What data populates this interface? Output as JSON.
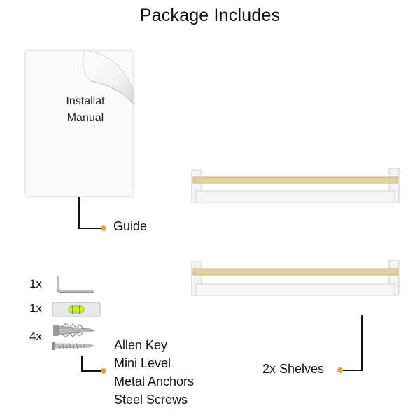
{
  "header": {
    "title": "Package Includes"
  },
  "manual": {
    "line1": "Installat",
    "line2": "Manual"
  },
  "labels": {
    "guide": "Guide",
    "shelves": "2x Shelves"
  },
  "hardware": {
    "quantities": [
      "1x",
      "1x",
      "4x"
    ],
    "items": [
      "Allen Key",
      "Mini Level",
      "Metal Anchors",
      "Steel Screws"
    ]
  },
  "colors": {
    "accent_dot": "#f0a030",
    "wood": "#e3cfa0",
    "shelf_white": "#f4f4f4"
  },
  "icons": [
    "allen-key-icon",
    "mini-level-icon",
    "metal-anchor-icon",
    "steel-screw-icon"
  ]
}
